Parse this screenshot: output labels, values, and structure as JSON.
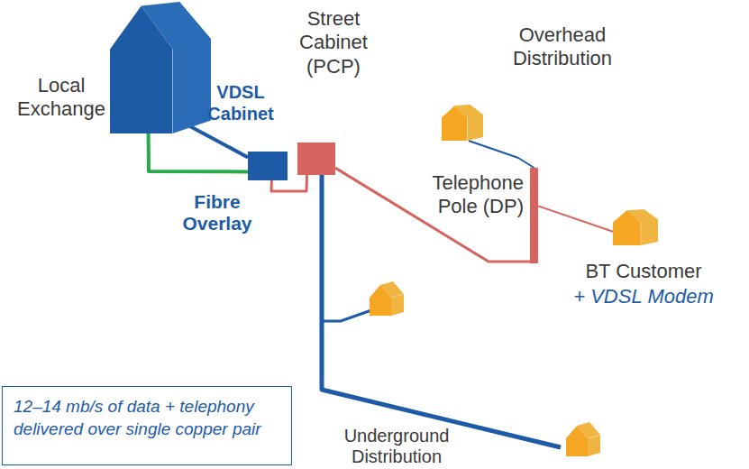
{
  "diagram": {
    "nodes": [
      {
        "text": [
          "Local Exchange"
        ]
      },
      {
        "text": [
          "VDSL Cabinet"
        ]
      },
      {
        "text": [
          "Street Cabinet (PCP)"
        ]
      },
      {
        "text": [
          "Overhead Distribution"
        ]
      },
      {
        "text": [
          "Telephone Pole (DP)"
        ]
      },
      {
        "text": [
          "BT Customer",
          "+ VDSL Modem"
        ]
      },
      {
        "text": [
          "12–14 mb/s of data + telephony delivered over single copper pair"
        ]
      }
    ],
    "edges": [
      {
        "from": 0,
        "to": 1,
        "arrow": "none"
      },
      {
        "from": 0,
        "to": 1,
        "arrow": "none"
      },
      {
        "from": 1,
        "to": 2,
        "arrow": "none"
      },
      {
        "from": 2,
        "to": 4,
        "arrow": "none"
      },
      {
        "from": 4,
        "to": 3,
        "arrow": "none"
      },
      {
        "from": 4,
        "to": 5,
        "arrow": "none"
      }
    ],
    "labels": [
      "Fibre Overlay",
      "Underground Distribution"
    ]
  }
}
